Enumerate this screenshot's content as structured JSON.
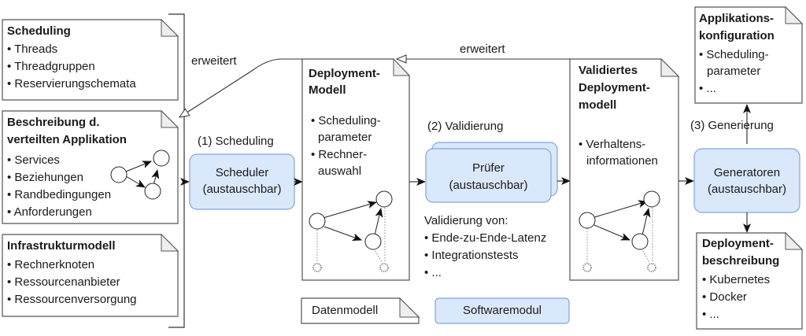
{
  "inputs": {
    "scheduling": {
      "title": "Scheduling",
      "items": [
        "• Threads",
        "• Threadgruppen",
        "• Reservierungschemata"
      ]
    },
    "application": {
      "title_line1": "Beschreibung d.",
      "title_line2": "verteilten Applikation",
      "items": [
        "• Services",
        "• Beziehungen",
        "• Randbedingungen",
        "• Anforderungen"
      ]
    },
    "infrastructure": {
      "title": "Infrastrukturmodell",
      "items": [
        "• Rechnerknoten",
        "• Ressourcenanbieter",
        "• Ressourcenversorgung"
      ]
    }
  },
  "extends_label_left": "erweitert",
  "extends_label_top": "erweitert",
  "step1": {
    "label": "(1) Scheduling",
    "module_line1": "Scheduler",
    "module_line2": "(austauschbar)"
  },
  "deployment_model": {
    "title_line1": "Deployment-",
    "title_line2": "Modell",
    "items": [
      "• Scheduling-",
      "  parameter",
      "• Rechner-",
      "  auswahl"
    ]
  },
  "step2": {
    "label": "(2) Validierung",
    "module_line1": "Prüfer",
    "module_line2": "(austauschbar)",
    "validation_heading": "Validierung von:",
    "validation_items": [
      "• Ende-zu-Ende-Latenz",
      "• Integrationstests",
      "• ..."
    ]
  },
  "validated_model": {
    "title_line1": "Validiertes",
    "title_line2": "Deployment-",
    "title_line3": "modell",
    "items": [
      "• Verhaltens-",
      "  informationen"
    ]
  },
  "step3": {
    "label": "(3) Generierung",
    "module_line1": "Generatoren",
    "module_line2": "(austauschbar)"
  },
  "app_config": {
    "title_line1": "Applikations-",
    "title_line2": "konfiguration",
    "items": [
      "• Scheduling-",
      "  parameter",
      "• ..."
    ]
  },
  "deployment_description": {
    "title_line1": "Deployment-",
    "title_line2": "beschreibung",
    "items": [
      "• Kubernetes",
      "• Docker",
      "• ..."
    ]
  },
  "legend": {
    "data_model": "Datenmodell",
    "software_module": "Softwaremodul"
  },
  "colors": {
    "module_fill": "#dae8fc",
    "module_stroke": "#7ea6e0",
    "line": "#333333",
    "fold": "#eeeeee"
  }
}
